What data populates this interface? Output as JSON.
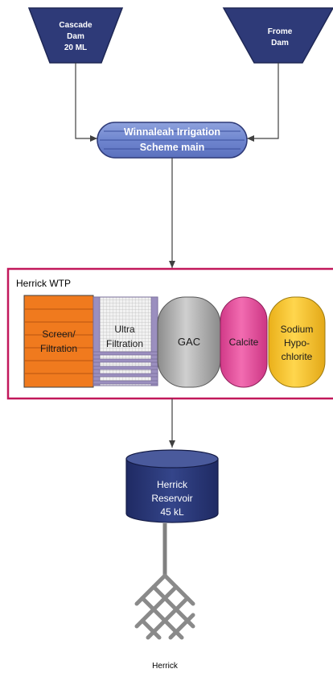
{
  "sources": {
    "cascade": {
      "line1": "Cascade",
      "line2": "Dam",
      "line3": "20 ML"
    },
    "frome": {
      "line1": "Frome",
      "line2": "Dam"
    }
  },
  "main": {
    "line1": "Winnaleah Irrigation",
    "line2": "Scheme main"
  },
  "wtp": {
    "title": "Herrick WTP",
    "frame_color": "#c2185b",
    "units": {
      "screen": {
        "line1": "Screen/",
        "line2": "Filtration",
        "color": "#f07a1e"
      },
      "ultra": {
        "line1": "Ultra",
        "line2": "Filtration"
      },
      "gac": {
        "line1": "GAC",
        "color": "#a6a6a6"
      },
      "calcite": {
        "line1": "Calcite",
        "color": "#e6479a"
      },
      "sodium": {
        "line1": "Sodium",
        "line2": "Hypo-",
        "line3": "chlorite",
        "color": "#f7c325"
      }
    }
  },
  "reservoir": {
    "line1": "Herrick",
    "line2": "Reservoir",
    "line3": "45 kL",
    "color": "#2e3a78"
  },
  "network": {
    "label": "Herrick"
  },
  "colors": {
    "tank_fill": "#3c4b8c",
    "tank_outline": "#2a3366",
    "main_fill": "#6f86cf"
  }
}
